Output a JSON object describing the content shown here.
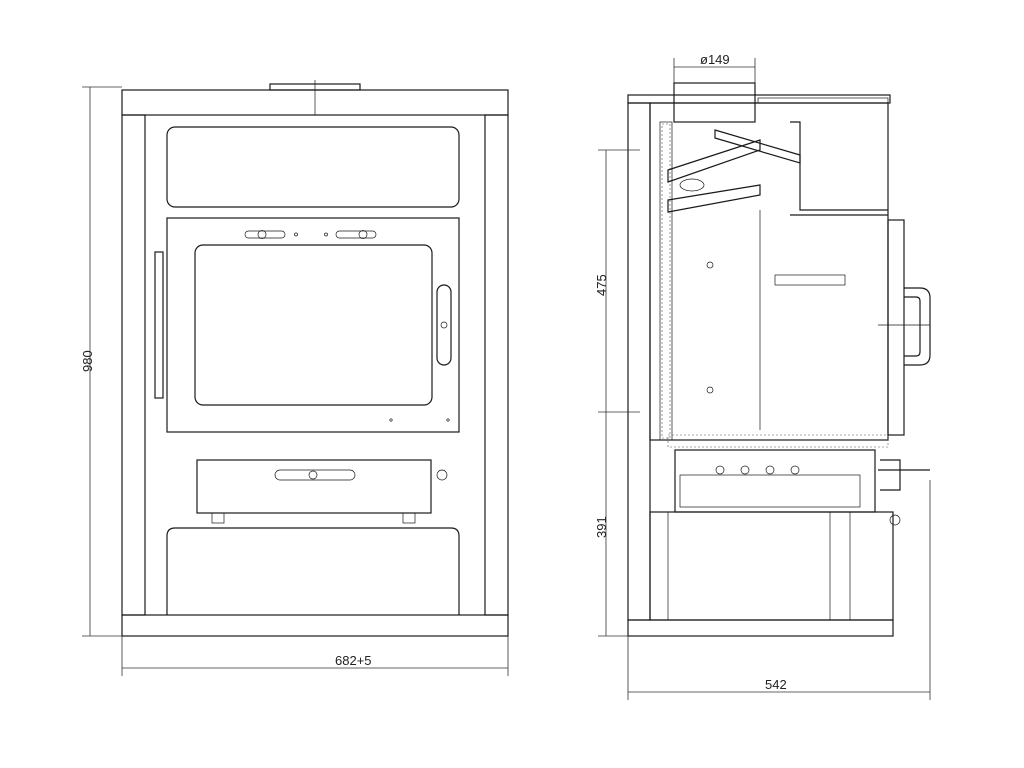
{
  "drawing": {
    "front_view": {
      "height_dimension": "980",
      "width_dimension": "682+5"
    },
    "side_view": {
      "flue_diameter": "ø149",
      "upper_height_dimension": "475",
      "lower_height_dimension": "391",
      "depth_dimension": "542"
    }
  }
}
